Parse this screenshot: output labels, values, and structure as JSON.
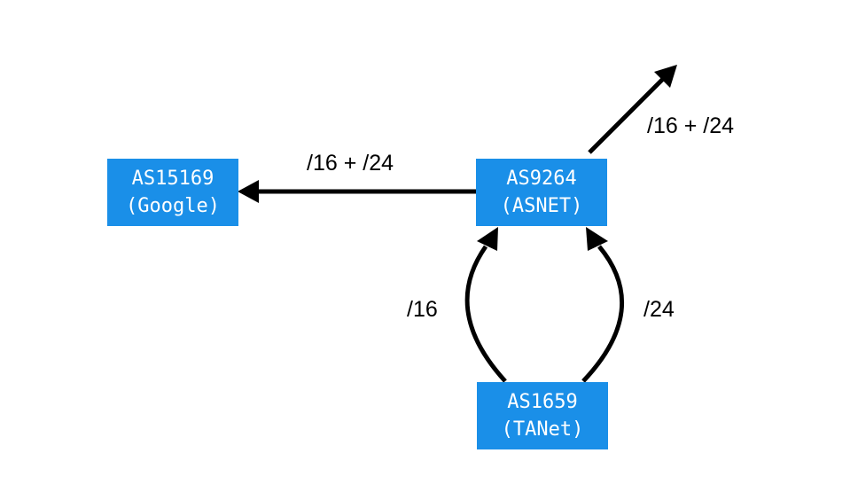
{
  "nodes": {
    "google": {
      "asn": "AS15169",
      "name": "(Google)"
    },
    "asnet": {
      "asn": "AS9264",
      "name": "(ASNET)"
    },
    "tanet": {
      "asn": "AS1659",
      "name": "(TANet)"
    }
  },
  "edges": {
    "asnet_to_google": {
      "label": "/16 + /24"
    },
    "asnet_to_upstream": {
      "label": "/16 + /24"
    },
    "tanet_to_asnet_left": {
      "label": "/16"
    },
    "tanet_to_asnet_right": {
      "label": "/24"
    }
  },
  "colors": {
    "node_fill": "#1a8fe8",
    "node_text": "#ffffff",
    "arrow": "#000000"
  }
}
